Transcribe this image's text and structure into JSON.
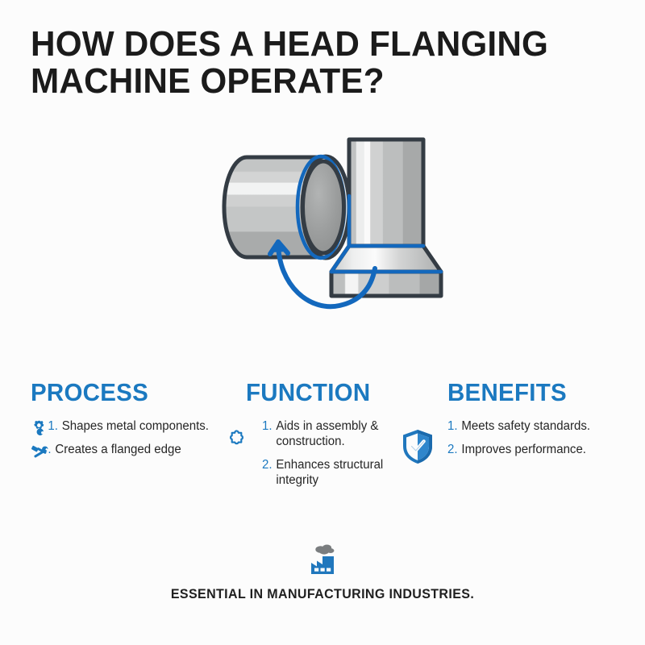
{
  "page": {
    "background_color": "#fcfcfc",
    "accent_blue": "#1b79c0",
    "arrow_blue": "#1368bd",
    "text_dark": "#262626",
    "outline_dark": "#343c44"
  },
  "title": {
    "line1": "HOW DOES A HEAD FLANGING",
    "line2": "MACHINE OPERATE?"
  },
  "illustration": {
    "name": "head-flanging-diagram",
    "description": "Metal cylinder with rotation arrow and flanged head part",
    "parts": {
      "cylinder": "metal-cylinder",
      "rotation_arrow": "curved-rotation-arrow",
      "flanged_head": "flanged-head-part"
    }
  },
  "columns": [
    {
      "key": "process",
      "heading": "PROCESS",
      "items": [
        {
          "number": "1.",
          "text": "Shapes metal components.",
          "icon": "gear-icon"
        },
        {
          "number": ".",
          "text": "Creates a flanged edge",
          "icon": "crossed-tools-icon"
        }
      ]
    },
    {
      "key": "function",
      "heading": "FUNCTION",
      "items": [
        {
          "number": "1.",
          "text": "Aids in assembly & construction.",
          "icon": "puzzle-piece-icon"
        },
        {
          "number": "2.",
          "text": "Enhances structural integrity",
          "icon": ""
        }
      ]
    },
    {
      "key": "benefits",
      "heading": "BENEFITS",
      "items": [
        {
          "number": "1.",
          "text": "Meets safety standards.",
          "icon": "shield-check-icon"
        },
        {
          "number": "2.",
          "text": "Improves performance.",
          "icon": ""
        }
      ]
    }
  ],
  "footer": {
    "icon": "factory-icon",
    "text": "ESSENTIAL IN MANUFACTURING INDUSTRIES."
  }
}
